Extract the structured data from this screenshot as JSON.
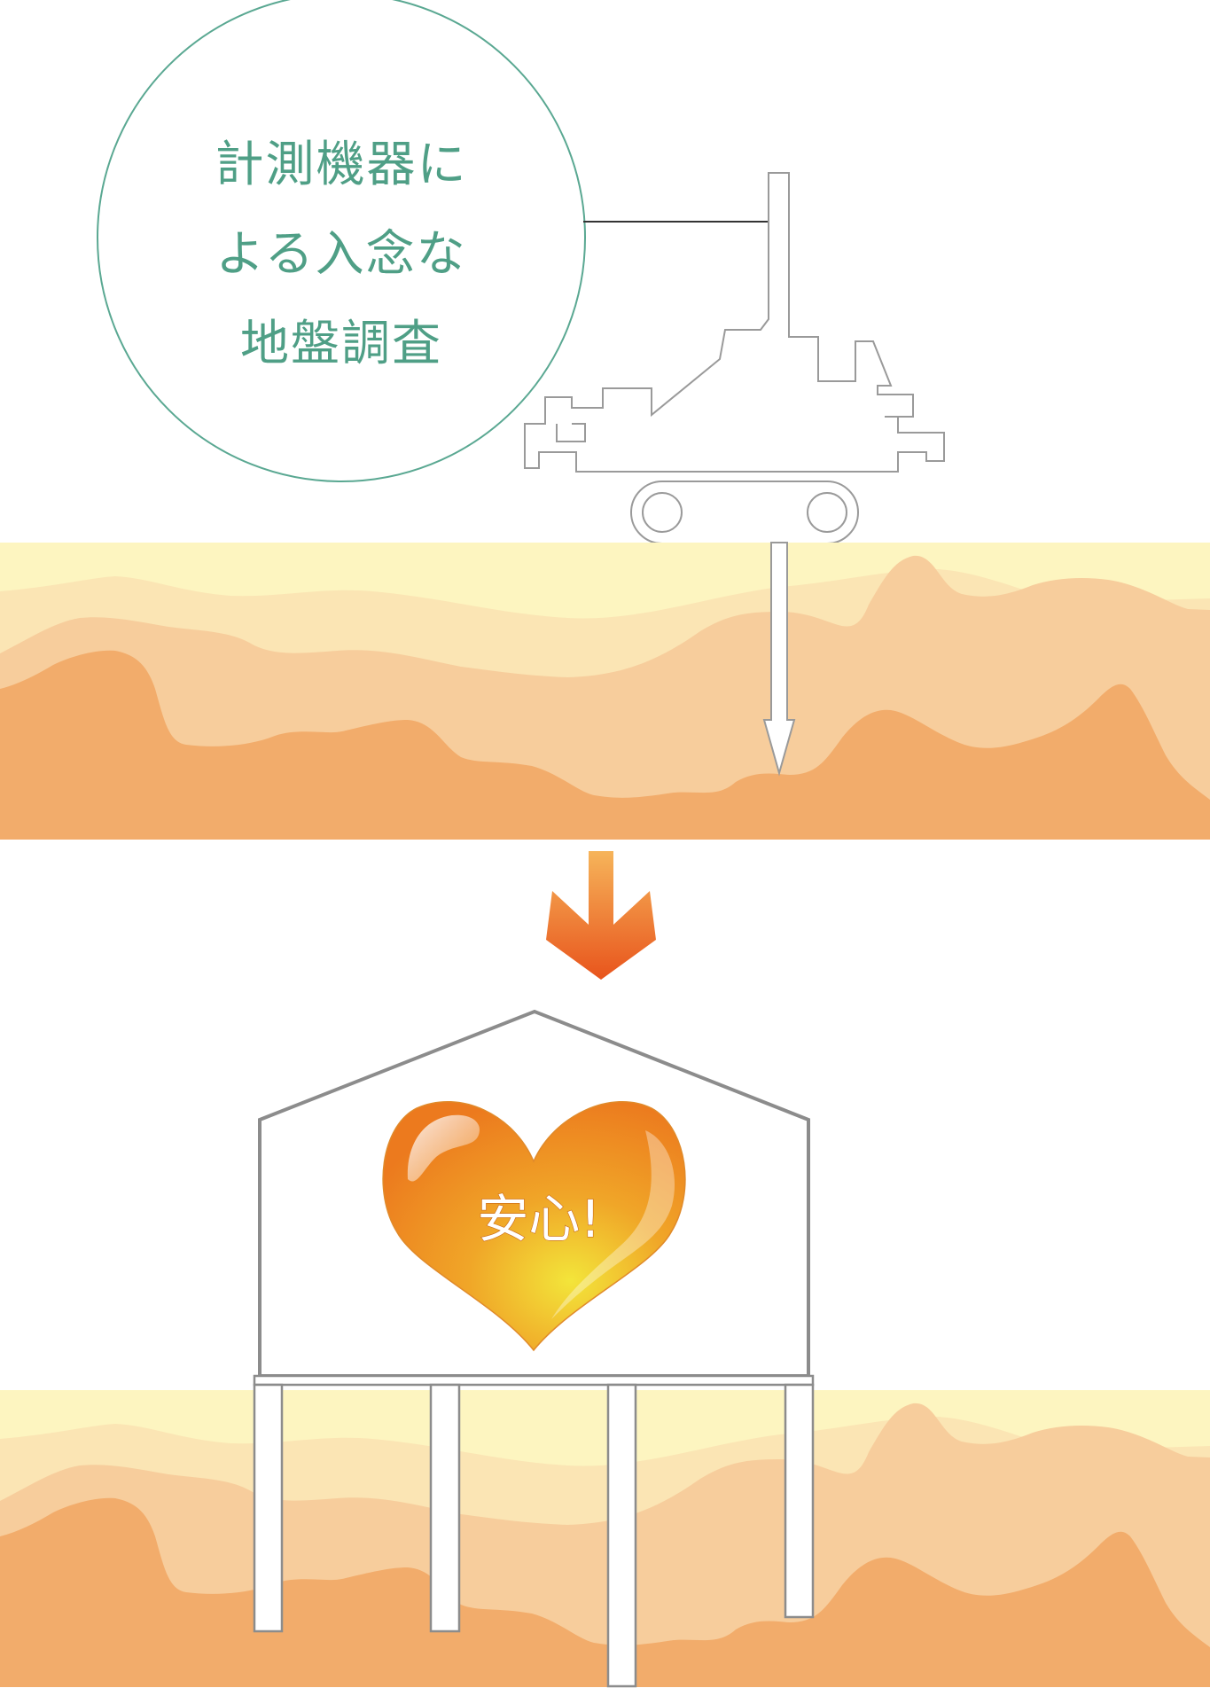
{
  "caption": {
    "lines": [
      "計測機器に",
      "よる入念な",
      "地盤調査"
    ]
  },
  "heart": {
    "label": "安心!"
  },
  "colors": {
    "accent_text": "#4f9f86",
    "circle_stroke": "#5aa892",
    "soil_top": "#fdf5c0",
    "soil_light": "#fbe5b4",
    "soil_mid": "#f7cd9c",
    "soil_deep": "#f2ac6b",
    "arrow_top": "#f6b45a",
    "arrow_bottom": "#e8541c",
    "house_stroke": "#8c8c8c",
    "machine_stroke": "#9a9a9a"
  },
  "icons": {
    "machine": "boring-machine-icon",
    "down_arrow": "down-arrow-icon",
    "house": "house-icon",
    "heart": "heart-icon"
  }
}
